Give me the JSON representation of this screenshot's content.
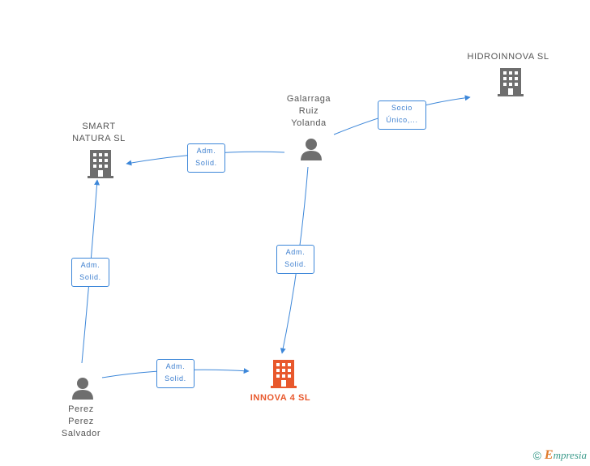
{
  "nodes": {
    "hidroinnova": {
      "name_lines": [
        "HIDROINNOVA SL"
      ],
      "type": "company"
    },
    "smart_natura": {
      "name_lines": [
        "SMART",
        "NATURA  SL"
      ],
      "type": "company"
    },
    "innova4": {
      "name_lines": [
        "INNOVA 4  SL"
      ],
      "type": "company",
      "highlight": true
    },
    "galarraga": {
      "name_lines": [
        "Galarraga",
        "Ruiz",
        "Yolanda"
      ],
      "type": "person"
    },
    "perez": {
      "name_lines": [
        "Perez",
        "Perez",
        "Salvador"
      ],
      "type": "person"
    }
  },
  "edges": {
    "galarraga_hidroinnova": {
      "lines": [
        "Socio",
        "Único,..."
      ]
    },
    "galarraga_smart": {
      "lines": [
        "Adm.",
        "Solid."
      ]
    },
    "galarraga_innova4": {
      "lines": [
        "Adm.",
        "Solid."
      ]
    },
    "perez_smart": {
      "lines": [
        "Adm.",
        "Solid."
      ]
    },
    "perez_innova4": {
      "lines": [
        "Adm.",
        "Solid."
      ]
    }
  },
  "footer": {
    "copyright_symbol": "©",
    "brand_initial": "E",
    "brand_rest": "mpresia"
  },
  "colors": {
    "edge": "#3d87d9",
    "company_icon": "#6e6e6e",
    "main_company_icon": "#e8582c",
    "person_icon": "#6e6e6e"
  }
}
